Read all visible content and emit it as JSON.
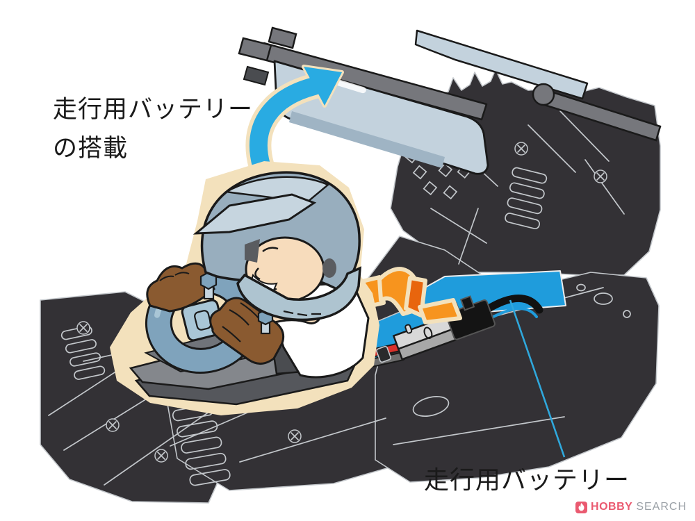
{
  "title": {
    "line1": "走行用バッテリー",
    "line2": "の搭載"
  },
  "battery_callout": {
    "label": "走行用バッテリー"
  },
  "watermark": {
    "brand_primary": "HOBBY",
    "brand_secondary": "SEARCH"
  },
  "illustration": {
    "subject": "rc-buggy-chassis-battery-installation",
    "lift_arrow_meaning": "battery-holder-lifts-open",
    "insert_arrow_meaning": "battery-inserted-into-tray"
  },
  "colors": {
    "chassis": "#333135",
    "lineart": "#C3C7CB",
    "cover_light": "#C3D2DD",
    "cover_shadow": "#9FB4C4",
    "frame_gray": "#76777C",
    "helmet_light": "#C6D5DF",
    "helmet_mid": "#98AEBE",
    "chin_guard": "#AEC4D0",
    "skin": "#F7DCBC",
    "shirt_white": "#FFFFFF",
    "glove_brown": "#8A5A30",
    "glove_dark": "#5E3A1A",
    "seat_gray": "#84878C",
    "seat_dark": "#55575C",
    "wheel_blue": "#7FA3BC",
    "wheel_light": "#A9C6D6",
    "battery_blue": "#1F9CDC",
    "cyan_arrow": "#29ABE2",
    "orange_arrow": "#F7941E",
    "orange_dark": "#E8650D",
    "cream": "#F3E1BC",
    "red_wire": "#D8312B",
    "gray_wire": "#6E6E6E",
    "silver": "#D8D8D8",
    "silver_dark": "#A8A8A8",
    "black_part": "#141414",
    "leader_blue": "#2FA8DC",
    "text_black": "#1A1A1A",
    "logo_pink": "#EA5A70",
    "logo_gray": "#9AA0A6"
  }
}
